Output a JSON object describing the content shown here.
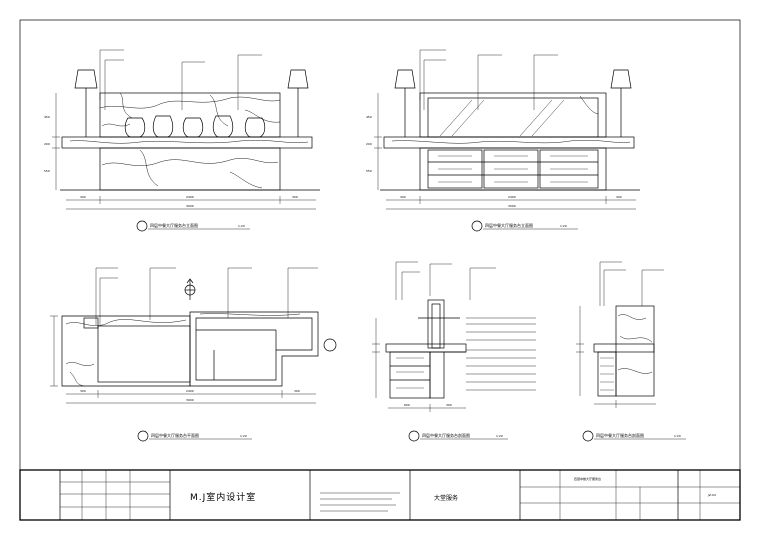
{
  "drawing": {
    "views": [
      {
        "id": "v1",
        "title": "四层中餐大厅服务台立面图",
        "scale": "1:20"
      },
      {
        "id": "v2",
        "title": "四层中餐大厅服务台立面图",
        "scale": "1:20"
      },
      {
        "id": "v3",
        "title": "四层中餐大厅服务台平面图",
        "scale": "1:20"
      },
      {
        "id": "v4",
        "title": "四层中餐大厅服务台剖面图",
        "scale": "1:20"
      },
      {
        "id": "v5",
        "title": "四层中餐大厅服务台剖面图",
        "scale": "1:20"
      }
    ],
    "dimensions": {
      "v1": [
        "300",
        "2400",
        "300",
        "3000"
      ],
      "v2": [
        "300",
        "2400",
        "300",
        "3000"
      ],
      "v3": [
        "300",
        "2400",
        "300",
        "3000"
      ],
      "v4": [
        "600",
        "300"
      ],
      "v1_height": [
        "450",
        "200",
        "550"
      ],
      "v2_height": [
        "450",
        "200",
        "550"
      ]
    }
  },
  "title_block": {
    "studio": "M.J室内设计室",
    "drawing_name": "大堂服务",
    "project": "四层中餐大厅服务台",
    "sheet_no": "JZ-04"
  }
}
